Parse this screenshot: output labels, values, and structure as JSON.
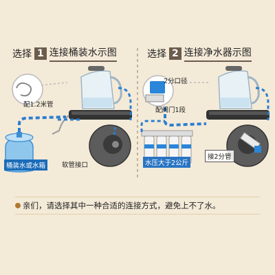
{
  "left_panel": {
    "prefix": "选择",
    "number": "1",
    "subtitle": "连接桶装水示图",
    "labels": {
      "hose_length": "配1.2米管",
      "bucket": "桶装水或水箱",
      "hose_connector": "软管接口"
    }
  },
  "right_panel": {
    "prefix": "选择",
    "number": "2",
    "subtitle": "连接净水器示图",
    "labels": {
      "fitting_size": "2分口径",
      "valve": "配阀门1段",
      "pressure": "水压大于2公斤",
      "pipe": "接2分管"
    }
  },
  "footer_hint": "亲们，请选择其中一种合适的连接方式，避免上不了水。",
  "colors": {
    "background": "#f4ead8",
    "accent_brown": "#6b5c4b",
    "flow_blue": "#2a7ed0"
  }
}
